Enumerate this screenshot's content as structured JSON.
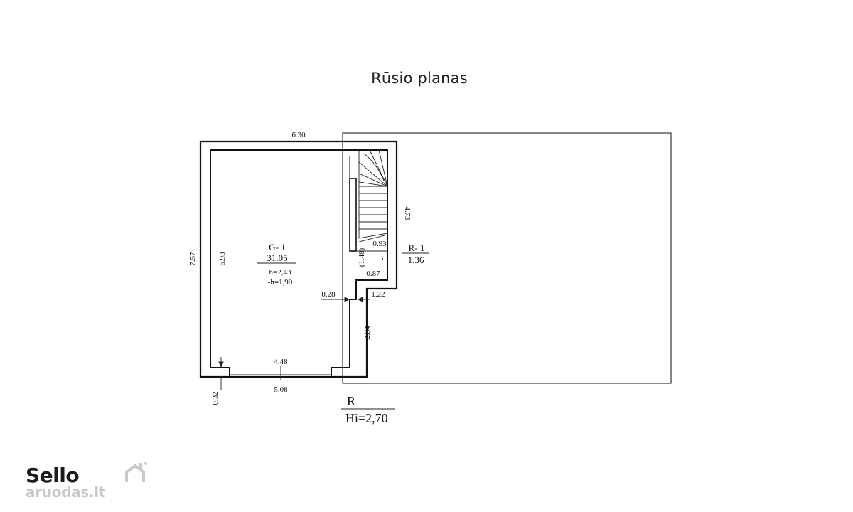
{
  "title": "Rūsio planas",
  "dimensions": {
    "top_width": "6.30",
    "left_outer": "7.57",
    "left_inner": "6.93",
    "right_upper": "4.73",
    "right_lower": "2.84",
    "inner_bottom": "4.48",
    "outer_bottom": "5.08",
    "wall_thickness": "0.32",
    "step_left": "0.28",
    "step_right": "1.22",
    "stair_width": "0.93",
    "stair_height": "(1.48)",
    "stair_bottom": "0.87"
  },
  "rooms": {
    "g1": {
      "code": "G- 1",
      "area": "31.05",
      "height": "h=2,43",
      "height2": "-h=1,90"
    },
    "r1": {
      "code": "R- 1",
      "area": "1.36"
    }
  },
  "level": {
    "code": "R",
    "height": "Hi=2,70"
  },
  "logo": {
    "main": "Sello",
    "sub": "aruodas",
    "suffix": ".lt"
  }
}
